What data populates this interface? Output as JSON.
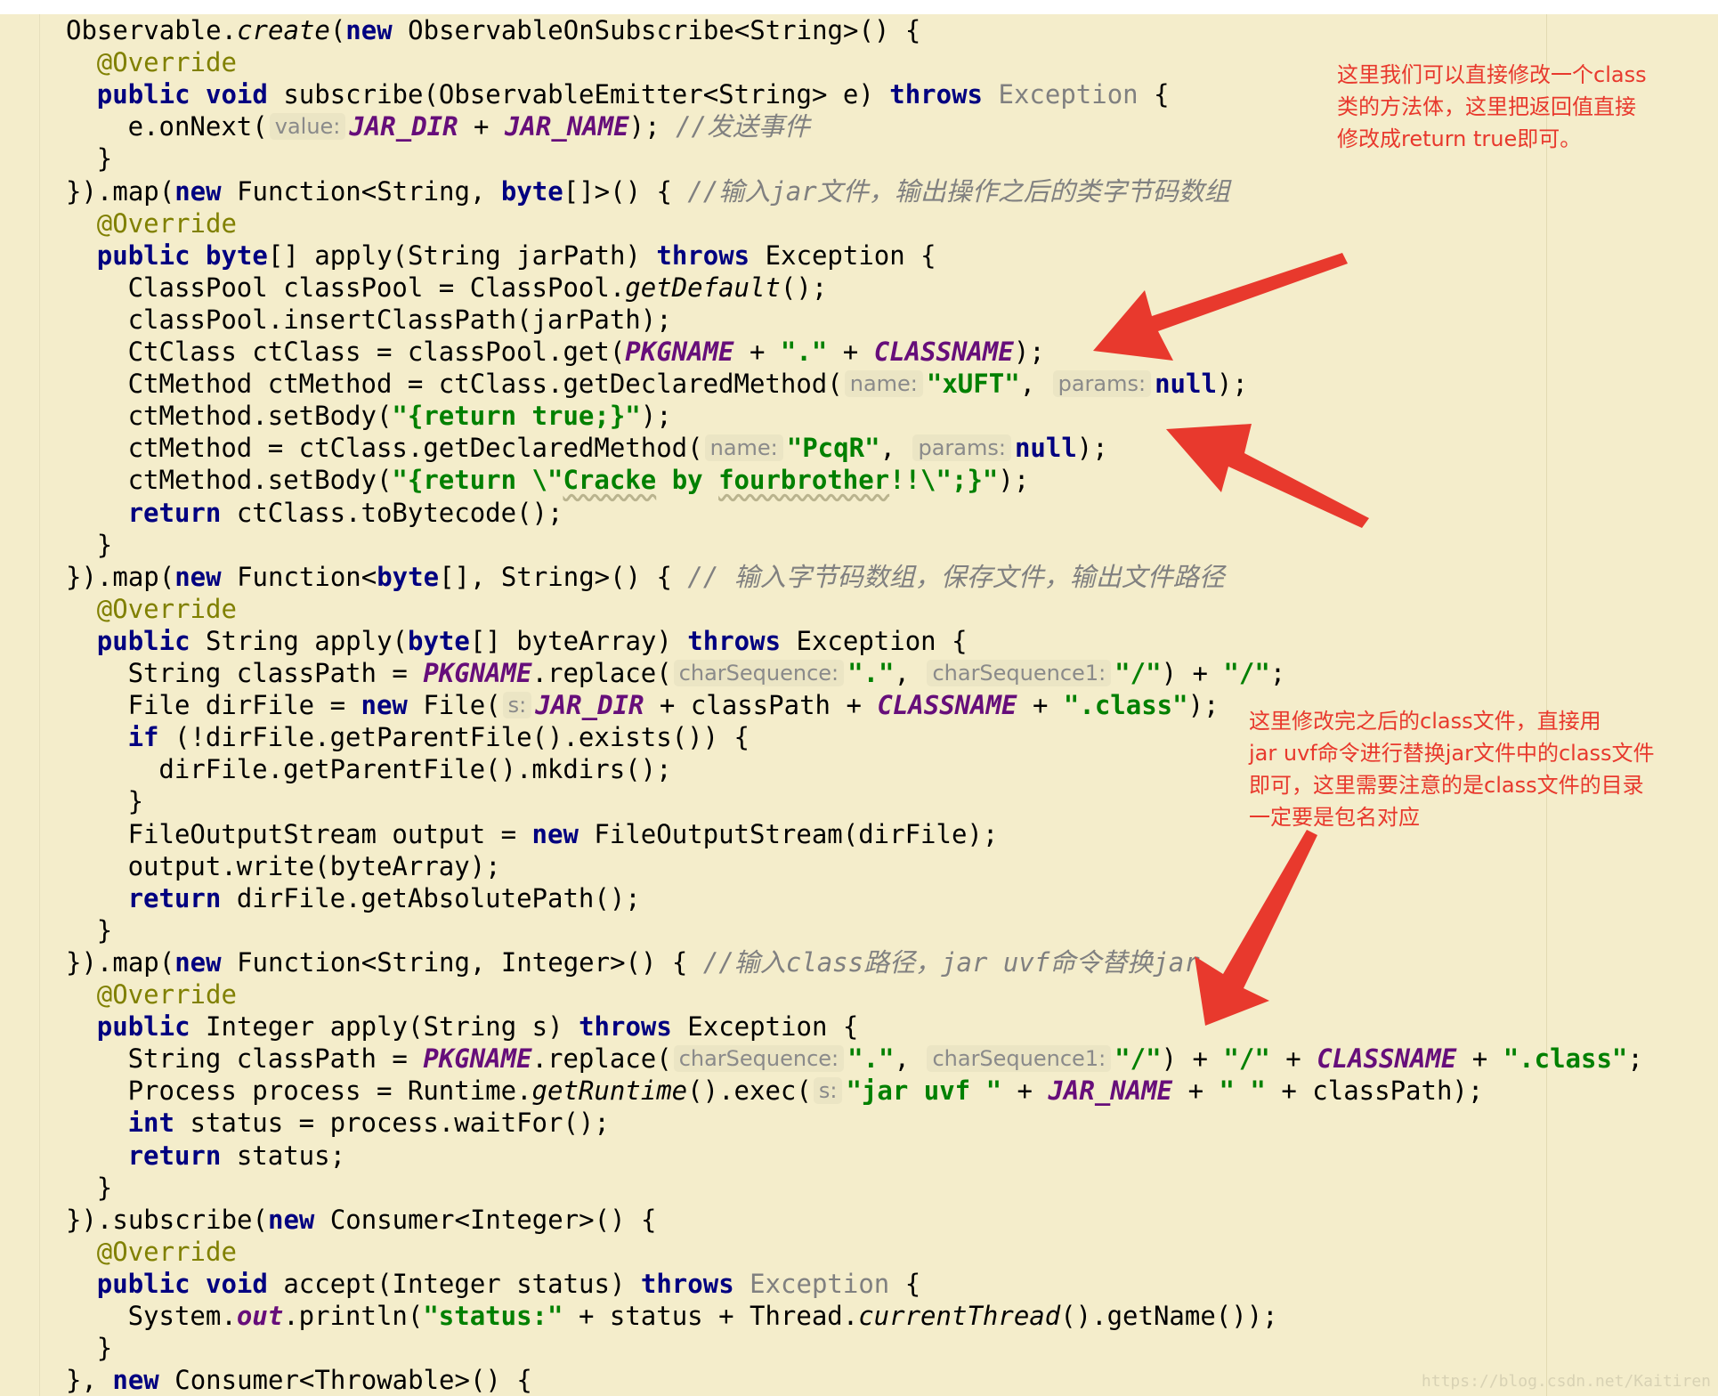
{
  "annotations": [
    {
      "lines": [
        "这里我们可以直接修改一个class",
        "类的方法体，这里把返回值直接",
        "修改成return true即可。"
      ]
    },
    {
      "lines": [
        "这里修改完之后的class文件，直接用",
        "jar uvf命令进行替换jar文件中的class文件",
        "即可，这里需要注意的是class文件的目录",
        "一定要是包名对应"
      ]
    }
  ],
  "colors": {
    "annotation": "#e8392d",
    "editor_background": "#f4edcb"
  },
  "watermark": "https://blog.csdn.net/Kaitiren",
  "code_lines": [
    {
      "indent": 0,
      "tokens": [
        [
          "t",
          "Observable."
        ],
        [
          "it",
          "create"
        ],
        [
          "t",
          "("
        ],
        [
          "kw",
          "new"
        ],
        [
          "t",
          " ObservableOnSubscribe<String>() {"
        ]
      ]
    },
    {
      "indent": 1,
      "tokens": [
        [
          "an",
          "@Override"
        ]
      ]
    },
    {
      "indent": 1,
      "tokens": [
        [
          "kw",
          "public void"
        ],
        [
          "t",
          " subscribe(ObservableEmitter<String> e) "
        ],
        [
          "kw",
          "throws"
        ],
        [
          "t",
          " "
        ],
        [
          "ex",
          "Exception"
        ],
        [
          "t",
          " {"
        ]
      ]
    },
    {
      "indent": 2,
      "tokens": [
        [
          "t",
          "e.onNext("
        ],
        [
          "hint",
          "value:"
        ],
        [
          "cst",
          "JAR_DIR"
        ],
        [
          "t",
          " + "
        ],
        [
          "cst",
          "JAR_NAME"
        ],
        [
          "t",
          "); "
        ],
        [
          "cm",
          "//发送事件"
        ]
      ]
    },
    {
      "indent": 1,
      "tokens": [
        [
          "t",
          "}"
        ]
      ]
    },
    {
      "indent": 0,
      "tokens": [
        [
          "t",
          "}).map("
        ],
        [
          "kw",
          "new"
        ],
        [
          "t",
          " Function<String, "
        ],
        [
          "kw",
          "byte"
        ],
        [
          "t",
          "[]>() { "
        ],
        [
          "cm",
          "//输入jar文件，输出操作之后的类字节码数组"
        ]
      ]
    },
    {
      "indent": 1,
      "tokens": [
        [
          "an",
          "@Override"
        ]
      ]
    },
    {
      "indent": 1,
      "tokens": [
        [
          "kw",
          "public byte"
        ],
        [
          "t",
          "[] apply(String jarPath) "
        ],
        [
          "kw",
          "throws"
        ],
        [
          "t",
          " Exception {"
        ]
      ]
    },
    {
      "indent": 2,
      "tokens": [
        [
          "t",
          "ClassPool classPool = ClassPool."
        ],
        [
          "it",
          "getDefault"
        ],
        [
          "t",
          "();"
        ]
      ]
    },
    {
      "indent": 2,
      "tokens": [
        [
          "t",
          "classPool.insertClassPath(jarPath);"
        ]
      ]
    },
    {
      "indent": 2,
      "tokens": [
        [
          "t",
          "CtClass ctClass = classPool.get("
        ],
        [
          "cst",
          "PKGNAME"
        ],
        [
          "t",
          " + "
        ],
        [
          "str",
          "\".\""
        ],
        [
          "t",
          " + "
        ],
        [
          "cst",
          "CLASSNAME"
        ],
        [
          "t",
          ");"
        ]
      ]
    },
    {
      "indent": 2,
      "tokens": [
        [
          "t",
          "CtMethod ctMethod = ctClass.getDeclaredMethod("
        ],
        [
          "hint",
          "name:"
        ],
        [
          "str",
          "\"xUFT\""
        ],
        [
          "t",
          ", "
        ],
        [
          "hint",
          "params:"
        ],
        [
          "kw",
          "null"
        ],
        [
          "t",
          ");"
        ]
      ]
    },
    {
      "indent": 2,
      "tokens": [
        [
          "t",
          "ctMethod.setBody("
        ],
        [
          "str",
          "\"{return true;}\""
        ],
        [
          "t",
          ");"
        ]
      ]
    },
    {
      "indent": 2,
      "tokens": [
        [
          "t",
          "ctMethod = ctClass.getDeclaredMethod("
        ],
        [
          "hint",
          "name:"
        ],
        [
          "str",
          "\"PcqR\""
        ],
        [
          "t",
          ", "
        ],
        [
          "hint",
          "params:"
        ],
        [
          "kw",
          "null"
        ],
        [
          "t",
          ");"
        ]
      ]
    },
    {
      "indent": 2,
      "tokens": [
        [
          "t",
          "ctMethod.setBody("
        ],
        [
          "str",
          "\"{return \\\""
        ],
        [
          "strw",
          "Cracke"
        ],
        [
          "str",
          " by "
        ],
        [
          "strw",
          "fourbrother"
        ],
        [
          "str",
          "!!\\\";}\""
        ],
        [
          "t",
          ");"
        ]
      ]
    },
    {
      "indent": 2,
      "tokens": [
        [
          "kw",
          "return"
        ],
        [
          "t",
          " ctClass.toBytecode();"
        ]
      ]
    },
    {
      "indent": 1,
      "tokens": [
        [
          "t",
          "}"
        ]
      ]
    },
    {
      "indent": 0,
      "tokens": [
        [
          "t",
          "}).map("
        ],
        [
          "kw",
          "new"
        ],
        [
          "t",
          " Function<"
        ],
        [
          "kw",
          "byte"
        ],
        [
          "t",
          "[], String>() { "
        ],
        [
          "cm",
          "// 输入字节码数组，保存文件，输出文件路径"
        ]
      ]
    },
    {
      "indent": 1,
      "tokens": [
        [
          "an",
          "@Override"
        ]
      ]
    },
    {
      "indent": 1,
      "tokens": [
        [
          "kw",
          "public"
        ],
        [
          "t",
          " String apply("
        ],
        [
          "kw",
          "byte"
        ],
        [
          "t",
          "[] byteArray) "
        ],
        [
          "kw",
          "throws"
        ],
        [
          "t",
          " Exception {"
        ]
      ]
    },
    {
      "indent": 2,
      "tokens": [
        [
          "t",
          "String classPath = "
        ],
        [
          "cst",
          "PKGNAME"
        ],
        [
          "t",
          ".replace("
        ],
        [
          "hint",
          "charSequence:"
        ],
        [
          "str",
          "\".\""
        ],
        [
          "t",
          ", "
        ],
        [
          "hint",
          "charSequence1:"
        ],
        [
          "str",
          "\"/\""
        ],
        [
          "t",
          ") + "
        ],
        [
          "str",
          "\"/\""
        ],
        [
          "t",
          ";"
        ]
      ]
    },
    {
      "indent": 2,
      "tokens": [
        [
          "t",
          "File dirFile = "
        ],
        [
          "kw",
          "new"
        ],
        [
          "t",
          " File("
        ],
        [
          "hint",
          "s:"
        ],
        [
          "cst",
          "JAR_DIR"
        ],
        [
          "t",
          " + classPath + "
        ],
        [
          "cst",
          "CLASSNAME"
        ],
        [
          "t",
          " + "
        ],
        [
          "str",
          "\".class\""
        ],
        [
          "t",
          ");"
        ]
      ]
    },
    {
      "indent": 2,
      "tokens": [
        [
          "kw",
          "if"
        ],
        [
          "t",
          " (!dirFile.getParentFile().exists()) {"
        ]
      ]
    },
    {
      "indent": 3,
      "tokens": [
        [
          "t",
          "dirFile.getParentFile().mkdirs();"
        ]
      ]
    },
    {
      "indent": 2,
      "tokens": [
        [
          "t",
          "}"
        ]
      ]
    },
    {
      "indent": 2,
      "tokens": [
        [
          "t",
          "FileOutputStream output = "
        ],
        [
          "kw",
          "new"
        ],
        [
          "t",
          " FileOutputStream(dirFile);"
        ]
      ]
    },
    {
      "indent": 2,
      "tokens": [
        [
          "t",
          "output.write(byteArray);"
        ]
      ]
    },
    {
      "indent": 2,
      "tokens": [
        [
          "kw",
          "return"
        ],
        [
          "t",
          " dirFile.getAbsolutePath();"
        ]
      ]
    },
    {
      "indent": 1,
      "tokens": [
        [
          "t",
          "}"
        ]
      ]
    },
    {
      "indent": 0,
      "tokens": [
        [
          "t",
          "}).map("
        ],
        [
          "kw",
          "new"
        ],
        [
          "t",
          " Function<String, Integer>() { "
        ],
        [
          "cm",
          "//输入class路径，jar uvf命令替换jar"
        ]
      ]
    },
    {
      "indent": 1,
      "tokens": [
        [
          "an",
          "@Override"
        ]
      ]
    },
    {
      "indent": 1,
      "tokens": [
        [
          "kw",
          "public"
        ],
        [
          "t",
          " Integer apply(String s) "
        ],
        [
          "kw",
          "throws"
        ],
        [
          "t",
          " Exception {"
        ]
      ]
    },
    {
      "indent": 2,
      "tokens": [
        [
          "t",
          "String classPath = "
        ],
        [
          "cst",
          "PKGNAME"
        ],
        [
          "t",
          ".replace("
        ],
        [
          "hint",
          "charSequence:"
        ],
        [
          "str",
          "\".\""
        ],
        [
          "t",
          ", "
        ],
        [
          "hint",
          "charSequence1:"
        ],
        [
          "str",
          "\"/\""
        ],
        [
          "t",
          ") + "
        ],
        [
          "str",
          "\"/\""
        ],
        [
          "t",
          " + "
        ],
        [
          "cst",
          "CLASSNAME"
        ],
        [
          "t",
          " + "
        ],
        [
          "str",
          "\".class\""
        ],
        [
          "t",
          ";"
        ]
      ]
    },
    {
      "indent": 2,
      "tokens": [
        [
          "t",
          "Process process = Runtime."
        ],
        [
          "it",
          "getRuntime"
        ],
        [
          "t",
          "().exec("
        ],
        [
          "hint",
          "s:"
        ],
        [
          "str",
          "\"jar uvf \""
        ],
        [
          "t",
          " + "
        ],
        [
          "cst",
          "JAR_NAME"
        ],
        [
          "t",
          " + "
        ],
        [
          "str",
          "\" \""
        ],
        [
          "t",
          " + classPath);"
        ]
      ]
    },
    {
      "indent": 2,
      "tokens": [
        [
          "kw",
          "int"
        ],
        [
          "t",
          " status = process.waitFor();"
        ]
      ]
    },
    {
      "indent": 2,
      "tokens": [
        [
          "kw",
          "return"
        ],
        [
          "t",
          " status;"
        ]
      ]
    },
    {
      "indent": 1,
      "tokens": [
        [
          "t",
          "}"
        ]
      ]
    },
    {
      "indent": 0,
      "tokens": [
        [
          "t",
          "}).subscribe("
        ],
        [
          "kw",
          "new"
        ],
        [
          "t",
          " Consumer<Integer>() {"
        ]
      ]
    },
    {
      "indent": 1,
      "tokens": [
        [
          "an",
          "@Override"
        ]
      ]
    },
    {
      "indent": 1,
      "tokens": [
        [
          "kw",
          "public void"
        ],
        [
          "t",
          " accept(Integer status) "
        ],
        [
          "kw",
          "throws"
        ],
        [
          "t",
          " "
        ],
        [
          "ex",
          "Exception"
        ],
        [
          "t",
          " {"
        ]
      ]
    },
    {
      "indent": 2,
      "tokens": [
        [
          "t",
          "System."
        ],
        [
          "cst",
          "out"
        ],
        [
          "t",
          ".println("
        ],
        [
          "str",
          "\"status:\""
        ],
        [
          "t",
          " + status + Thread."
        ],
        [
          "it",
          "currentThread"
        ],
        [
          "t",
          "().getName());"
        ]
      ]
    },
    {
      "indent": 1,
      "tokens": [
        [
          "t",
          "}"
        ]
      ]
    },
    {
      "indent": 0,
      "tokens": [
        [
          "t",
          "}, "
        ],
        [
          "kw",
          "new"
        ],
        [
          "t",
          " Consumer<Throwable>() {"
        ]
      ]
    }
  ]
}
